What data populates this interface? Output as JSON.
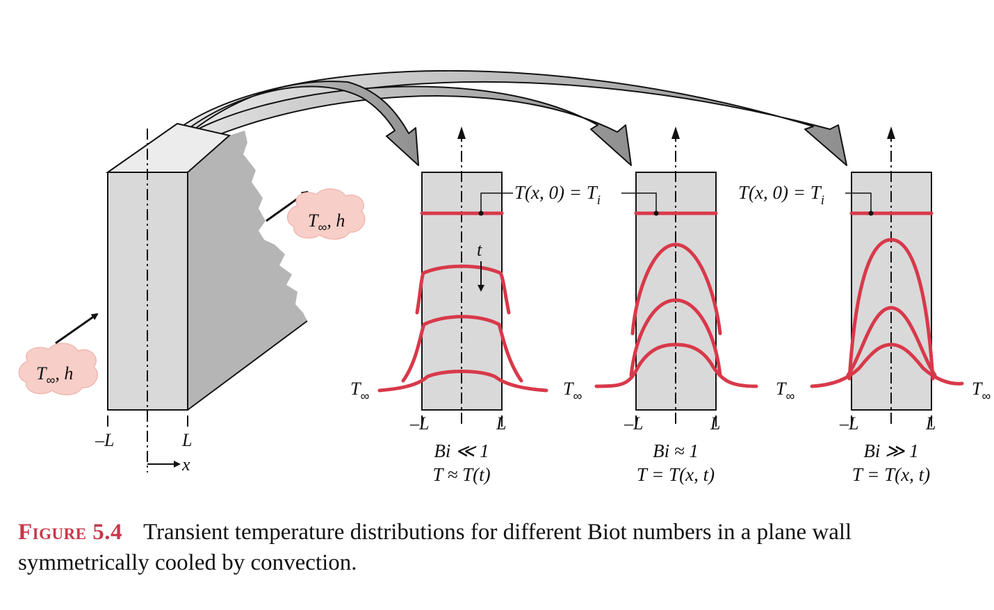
{
  "wall": {
    "fluid_left": {
      "T": "T",
      "sub": "∞",
      "rest": ", h"
    },
    "fluid_right": {
      "T": "T",
      "sub": "∞",
      "rest": ", h"
    },
    "tick_left": "–L",
    "tick_right": "L",
    "axis_x": "x"
  },
  "panels": [
    {
      "label_minusL": "–L",
      "label_L": "L",
      "tinf_left": {
        "T": "T",
        "sub": "∞"
      },
      "time_label": "t",
      "bi_line": "Bi ≪ 1",
      "t_line": "T ≈ T(t)"
    },
    {
      "label_minusL": "–L",
      "label_L": "L",
      "tinf_left": {
        "T": "T",
        "sub": "∞"
      },
      "bi_line": "Bi ≈ 1",
      "t_line": "T = T(x, t)"
    },
    {
      "label_minusL": "–L",
      "label_L": "L",
      "tinf_left": {
        "T": "T",
        "sub": "∞"
      },
      "tinf_right": {
        "T": "T",
        "sub": "∞"
      },
      "bi_line": "Bi ≫ 1",
      "t_line": "T = T(x, t)"
    }
  ],
  "initial_condition": {
    "main": "T(x, 0) = T",
    "sub": "i"
  },
  "caption": {
    "label": "Figure 5.4",
    "text": "Transient temperature distributions for different Biot numbers in a plane wall symmetrically cooled by convection."
  },
  "colors": {
    "profile_red": "#d8394a",
    "slab_gray": "#d9d9d9",
    "shadow_gray": "#b5b5b5",
    "arrow_gray": "#a8a8a8",
    "cloud_pink": "#f7cfc8",
    "caption_red": "#c8384a"
  }
}
